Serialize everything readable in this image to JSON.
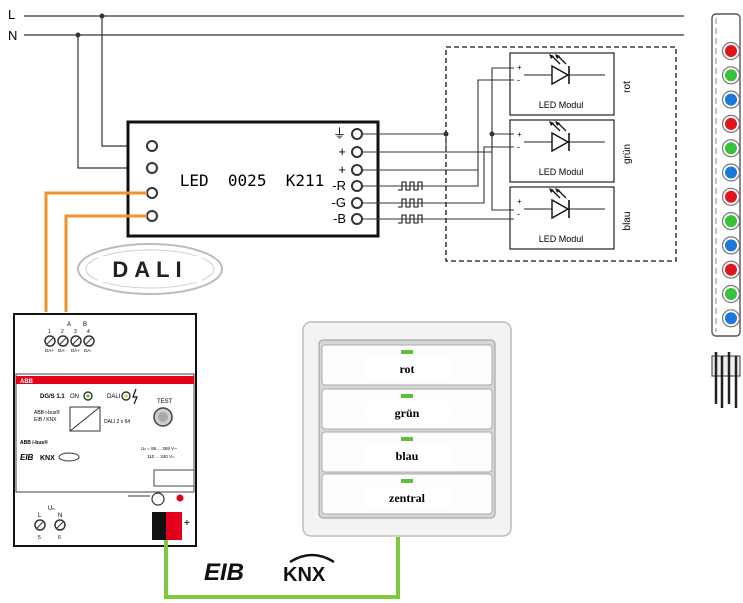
{
  "bus_lines": {
    "line_l": "L",
    "line_n": "N"
  },
  "controller": {
    "name": "LED  0025  K211",
    "inputs": [
      "",
      "",
      "",
      ""
    ],
    "outputs": [
      {
        "label": "⏚",
        "signal": false
      },
      {
        "label": "+",
        "signal": false
      },
      {
        "label": "+",
        "signal": false
      },
      {
        "label": "-R",
        "signal": true
      },
      {
        "label": "-G",
        "signal": true
      },
      {
        "label": "-B",
        "signal": true
      }
    ]
  },
  "dali_logo": {
    "text": "DALI"
  },
  "led_modules": [
    {
      "label": "LED Modul",
      "color_name": "rot",
      "plus": "+",
      "minus": "-"
    },
    {
      "label": "LED Modul",
      "color_name": "grün",
      "plus": "+",
      "minus": "-"
    },
    {
      "label": "LED Modul",
      "color_name": "blau",
      "plus": "+",
      "minus": "-"
    }
  ],
  "gateway": {
    "brand": "ABB",
    "model": "DG/S 1.1",
    "on_label": "ON",
    "dali_label": "DALI",
    "test_label": "TEST",
    "channels": "DALI 2 x 64",
    "bus_text_1": "ABB i-bus®",
    "bus_text_2": "EIB / KNX",
    "family": "ABB i-bus®",
    "voltage_1": "Uₙ = 85 ... 265 V~",
    "voltage_2": "110 ... 240 V=",
    "top_a": "A",
    "top_b": "B",
    "top_terminal_nums": [
      "1",
      "2",
      "3",
      "4"
    ],
    "top_terminal_labels": [
      "DA+",
      "DA-",
      "DA+",
      "DA-"
    ],
    "bottom_un": "Uₙ",
    "bottom_terminals": [
      "L",
      "N"
    ],
    "bottom_nums": [
      "5",
      "6"
    ],
    "eib_mark": "EIB",
    "knx_mark": "KNX"
  },
  "push_buttons": [
    {
      "label": "rot"
    },
    {
      "label": "grün"
    },
    {
      "label": "blau"
    },
    {
      "label": "zentral"
    }
  ],
  "bus_logos": {
    "eib": "EIB",
    "knx": "KNX"
  },
  "led_strip": {
    "leds": [
      "red",
      "green",
      "blue",
      "red",
      "green",
      "blue",
      "red",
      "green",
      "blue",
      "red",
      "green",
      "blue"
    ]
  },
  "colors": {
    "wire_orange": "#f0922c",
    "wire_green": "#7dc83c",
    "led_red": "#e0161e",
    "led_green": "#36c23a",
    "led_blue": "#1a78d8",
    "abb_red": "#e2001a",
    "button_indicator": "#5fbf3a"
  }
}
